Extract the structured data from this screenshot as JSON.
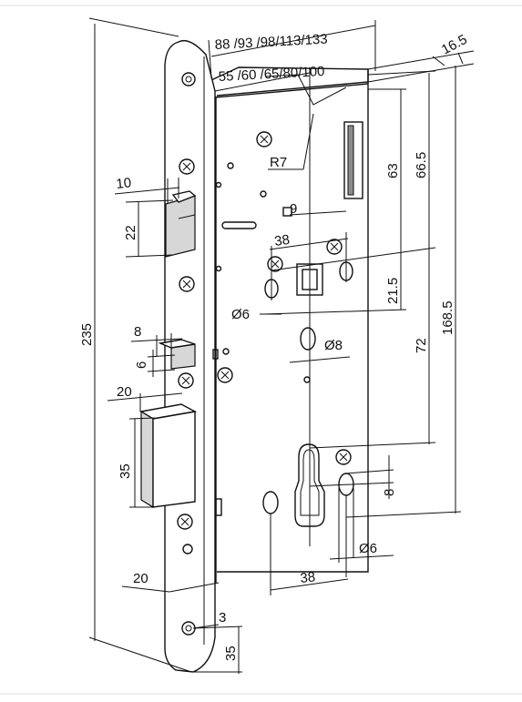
{
  "diagram": {
    "labels": {
      "backset_top": "88 /93 /98/113/133",
      "backset_inner": "55 /60 /65/80/100",
      "thickness": "16.5",
      "radius": "R7",
      "dim_63": "63",
      "dim_66_5": "66.5",
      "dim_10": "10",
      "dim_22": "22",
      "dim_9": "9",
      "dim_38_top": "38",
      "dim_21_5": "21.5",
      "dim_168_5": "168.5",
      "dim_d6_top": "Ø6",
      "dim_d8": "Ø8",
      "dim_235": "235",
      "dim_8_left": "8",
      "dim_6": "6",
      "dim_72": "72",
      "dim_20_top": "20",
      "dim_35_mid": "35",
      "dim_8_right": "8",
      "dim_d6_bottom": "Ø6",
      "dim_20_bottom": "20",
      "dim_38_bottom": "38",
      "dim_3": "3",
      "dim_35_bottom": "35"
    }
  }
}
